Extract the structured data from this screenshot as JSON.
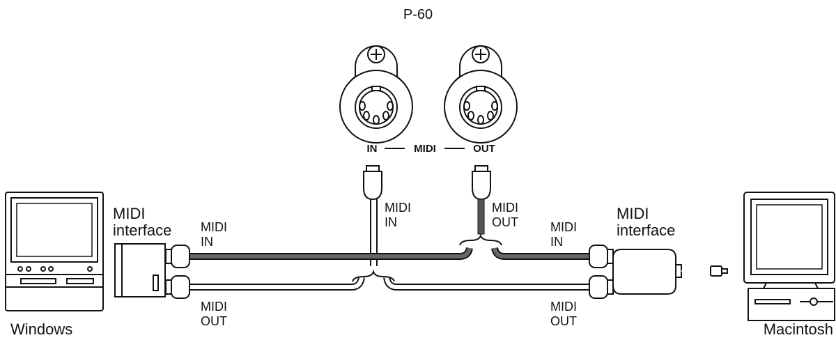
{
  "device": {
    "title": "P-60"
  },
  "ports": {
    "in": "IN",
    "midi": "MIDI",
    "out": "OUT"
  },
  "cables": {
    "from_in_line1": "MIDI",
    "from_in_line2": "IN",
    "from_out_line1": "MIDI",
    "from_out_line2": "OUT",
    "left_in_line1": "MIDI",
    "left_in_line2": "IN",
    "left_out_line1": "MIDI",
    "left_out_line2": "OUT",
    "right_in_line1": "MIDI",
    "right_in_line2": "IN",
    "right_out_line1": "MIDI",
    "right_out_line2": "OUT"
  },
  "interfaces": {
    "left_line1": "MIDI",
    "left_line2": "interface",
    "right_line1": "MIDI",
    "right_line2": "interface"
  },
  "computers": {
    "left": "Windows",
    "right": "Macintosh"
  },
  "icons": [
    "midi-din-socket-icon",
    "windows-pc-icon",
    "macintosh-icon",
    "midi-interface-icon"
  ]
}
